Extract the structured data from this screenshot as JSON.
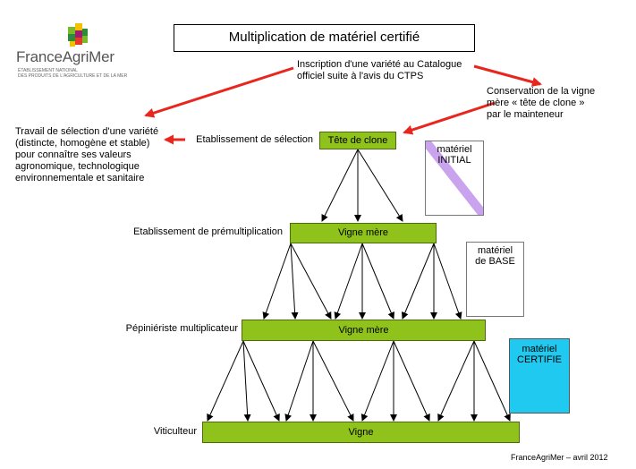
{
  "logo": {
    "name": "FranceAgriMer",
    "subtitle_line1": "ÉTABLISSEMENT NATIONAL",
    "subtitle_line2": "DES PRODUITS DE L'AGRICULTURE ET DE LA MER"
  },
  "title": "Multiplication de matériel certifié",
  "notes": {
    "inscription_line1": "Inscription d'une variété au Catalogue",
    "inscription_line2": "officiel suite à l'avis du CTPS",
    "conservation_line1": "Conservation de la vigne",
    "conservation_line2": "mère « tête de clone »",
    "conservation_line3": "par le mainteneur",
    "travail_line1": "Travail de sélection d'une variété",
    "travail_line2": "(distincte, homogène et stable)",
    "travail_line3": "pour connaître ses valeurs",
    "travail_line4": "agronomique, technologique",
    "travail_line5": "environnementale et sanitaire"
  },
  "stages": {
    "selection": {
      "label": "Etablissement de sélection",
      "box": "Tête de clone"
    },
    "premultiplication": {
      "label": "Etablissement de prémultiplication",
      "box": "Vigne mère"
    },
    "pepinieriste": {
      "label": "Pépiniériste multiplicateur",
      "box": "Vigne mère"
    },
    "viticulteur": {
      "label": "Viticulteur",
      "box": "Vigne"
    }
  },
  "materials": {
    "initial_line1": "matériel",
    "initial_line2": "INITIAL",
    "base_line1": "matériel",
    "base_line2": "de BASE",
    "certifie_line1": "matériel",
    "certifie_line2": "CERTIFIE"
  },
  "colors": {
    "green_box": "#8fc21a",
    "arrow_red": "#e8261d",
    "certifie_box": "#1fc9ef",
    "initial_stripe": "#c9a3ee"
  },
  "footer": "FranceAgriMer – avril 2012"
}
